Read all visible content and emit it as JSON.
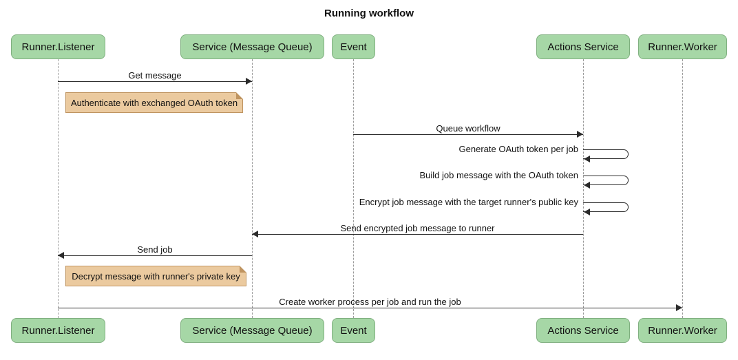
{
  "title": "Running workflow",
  "colors": {
    "participant_fill": "#a6d7a6",
    "participant_border": "#7faf7f",
    "note_fill": "#ebca9f",
    "note_border": "#bf9460",
    "line": "#2b2b2b",
    "lifeline": "#9a9a9a"
  },
  "participants": [
    {
      "label": "Runner.Listener"
    },
    {
      "label": "Service (Message Queue)"
    },
    {
      "label": "Event"
    },
    {
      "label": "Actions Service"
    },
    {
      "label": "Runner.Worker"
    }
  ],
  "messages": [
    {
      "label": "Get message",
      "from": "Runner.Listener",
      "to": "Service (Message Queue)",
      "type": "solid"
    },
    {
      "label": "Queue workflow",
      "from": "Event",
      "to": "Actions Service",
      "type": "solid"
    },
    {
      "label": "Generate OAuth token per job",
      "from": "Actions Service",
      "to": "Actions Service",
      "type": "self"
    },
    {
      "label": "Build job message with the OAuth token",
      "from": "Actions Service",
      "to": "Actions Service",
      "type": "self"
    },
    {
      "label": "Encrypt job message with the target runner's public key",
      "from": "Actions Service",
      "to": "Actions Service",
      "type": "self"
    },
    {
      "label": "Send encrypted job message to runner",
      "from": "Actions Service",
      "to": "Service (Message Queue)",
      "type": "solid"
    },
    {
      "label": "Send job",
      "from": "Service (Message Queue)",
      "to": "Runner.Listener",
      "type": "solid"
    },
    {
      "label": "Create worker process per job and run the job",
      "from": "Runner.Listener",
      "to": "Runner.Worker",
      "type": "solid"
    }
  ],
  "notes": [
    {
      "label": "Authenticate with exchanged OAuth token"
    },
    {
      "label": "Decrypt message with runner's private key"
    }
  ]
}
